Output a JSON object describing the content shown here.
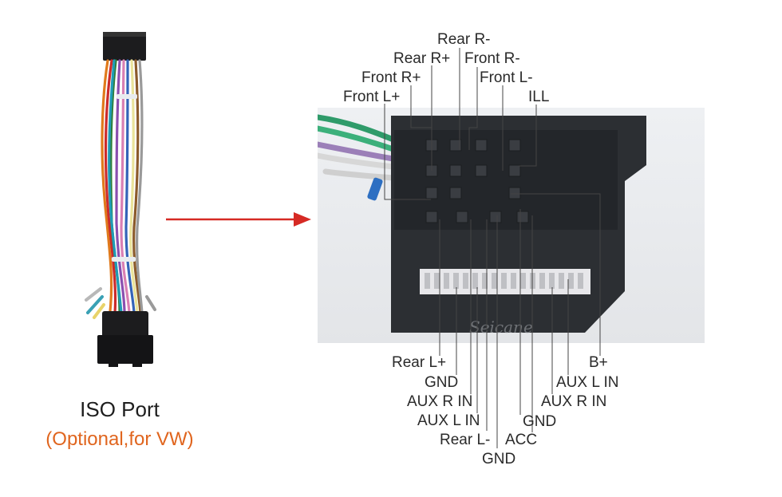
{
  "harness": {
    "caption_title": "ISO Port",
    "caption_subtitle": "(Optional,for VW)",
    "brand_watermark": "Seicane"
  },
  "colors": {
    "arrow": "#d62a24",
    "subtitle": "#e0651e",
    "leader_line": "#444444",
    "connector_body": "#2c2f33",
    "photo_background": "#e9eaed"
  },
  "top_pins": [
    {
      "id": "rear-r-minus",
      "label": "Rear R-"
    },
    {
      "id": "rear-r-plus",
      "label": "Rear R+"
    },
    {
      "id": "front-r-minus",
      "label": "Front R-"
    },
    {
      "id": "front-r-plus",
      "label": "Front R+"
    },
    {
      "id": "front-l-minus",
      "label": "Front L-"
    },
    {
      "id": "front-l-plus",
      "label": "Front L+"
    },
    {
      "id": "ill",
      "label": "ILL"
    }
  ],
  "bottom_pins": [
    {
      "id": "rear-l-plus",
      "label": "Rear L+"
    },
    {
      "id": "b-plus",
      "label": "B+"
    },
    {
      "id": "gnd-1",
      "label": "GND"
    },
    {
      "id": "aux-l-in-right",
      "label": "AUX L IN"
    },
    {
      "id": "aux-r-in-left",
      "label": "AUX R IN"
    },
    {
      "id": "aux-r-in-right",
      "label": "AUX R IN"
    },
    {
      "id": "aux-l-in-left",
      "label": "AUX L IN"
    },
    {
      "id": "gnd-2",
      "label": "GND"
    },
    {
      "id": "rear-l-minus",
      "label": "Rear L-"
    },
    {
      "id": "acc",
      "label": "ACC"
    },
    {
      "id": "gnd-3",
      "label": "GND"
    }
  ]
}
